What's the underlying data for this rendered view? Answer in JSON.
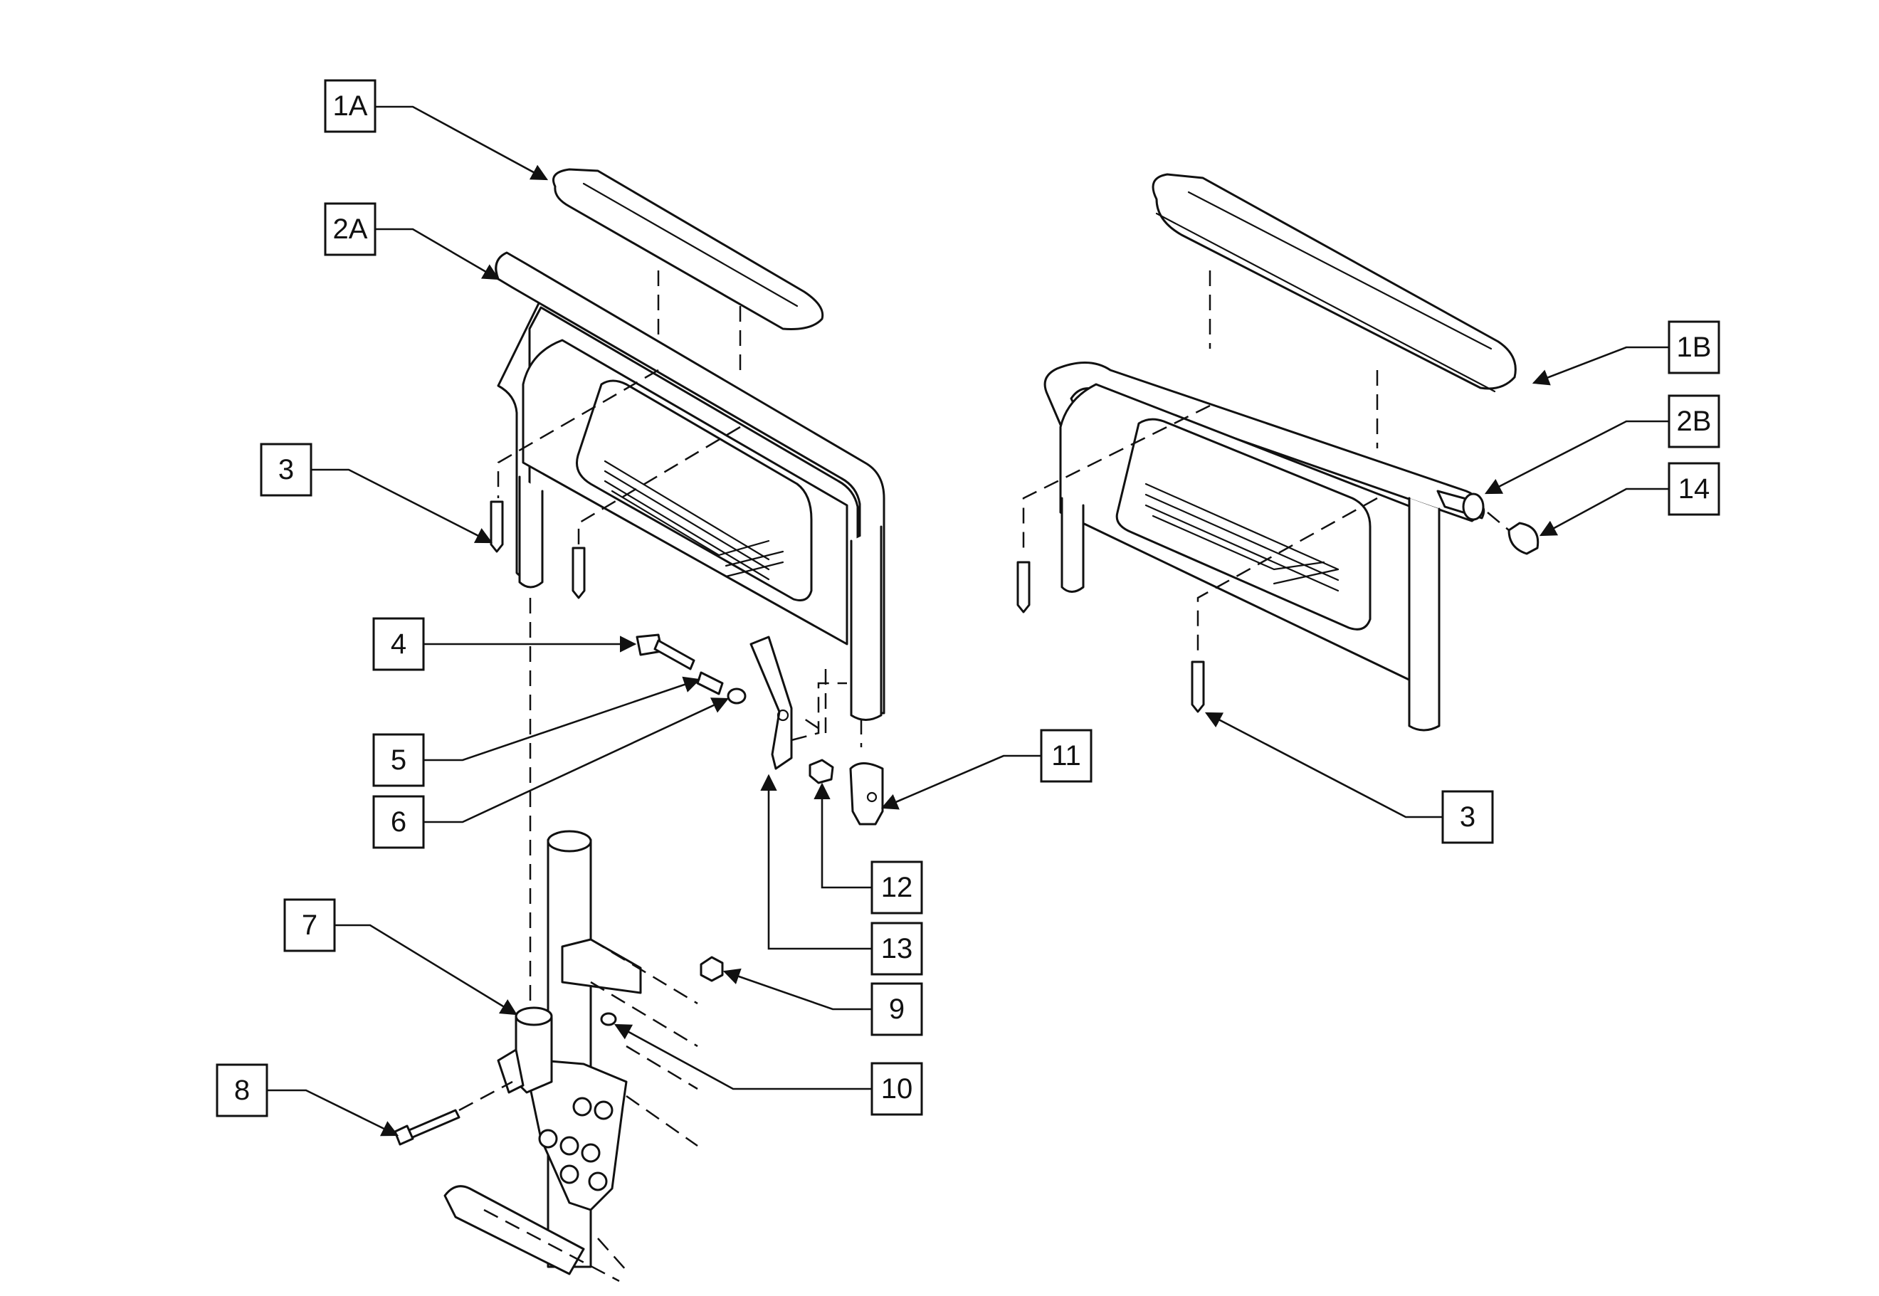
{
  "callouts": [
    {
      "id": "1A",
      "label": "1A"
    },
    {
      "id": "2A",
      "label": "2A"
    },
    {
      "id": "3-left",
      "label": "3"
    },
    {
      "id": "4",
      "label": "4"
    },
    {
      "id": "5",
      "label": "5"
    },
    {
      "id": "6",
      "label": "6"
    },
    {
      "id": "7",
      "label": "7"
    },
    {
      "id": "8",
      "label": "8"
    },
    {
      "id": "9",
      "label": "9"
    },
    {
      "id": "10",
      "label": "10"
    },
    {
      "id": "11",
      "label": "11"
    },
    {
      "id": "12",
      "label": "12"
    },
    {
      "id": "13",
      "label": "13"
    },
    {
      "id": "1B",
      "label": "1B"
    },
    {
      "id": "2B",
      "label": "2B"
    },
    {
      "id": "14",
      "label": "14"
    },
    {
      "id": "3-right",
      "label": "3"
    }
  ]
}
